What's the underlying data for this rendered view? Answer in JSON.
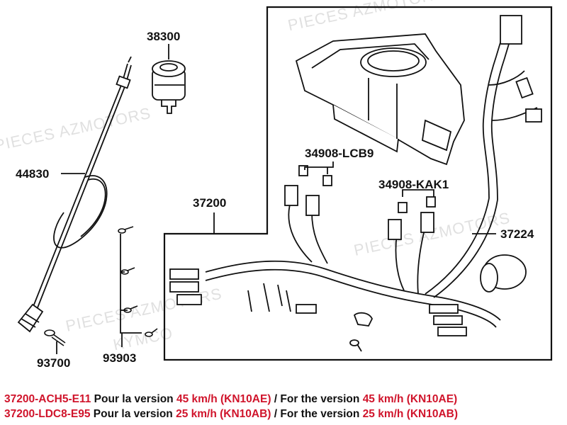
{
  "watermark": {
    "line1": "PIECES AZMOTORS",
    "line2": "KYMCO"
  },
  "parts": {
    "p38300": "38300",
    "p44830": "44830",
    "p93700": "93700",
    "p93903": "93903",
    "p34908_lcb9": "34908-LCB9",
    "p34908_kak1": "34908-KAK1",
    "p37200": "37200",
    "p37224": "37224"
  },
  "notes": [
    {
      "code": "37200-ACH5-E11",
      "text1": " Pour la version ",
      "speed1": "45 km/h (KN10AE)",
      "text2": " / For the version ",
      "speed2": "45 km/h (KN10AE)"
    },
    {
      "code": "37200-LDC8-E95",
      "text1": " Pour la version ",
      "speed1": "25 km/h (KN10AB)",
      "text2": " / For the version ",
      "speed2": "25 km/h (KN10AB)"
    }
  ],
  "colors": {
    "accent": "#d0142b",
    "line": "#111111"
  }
}
